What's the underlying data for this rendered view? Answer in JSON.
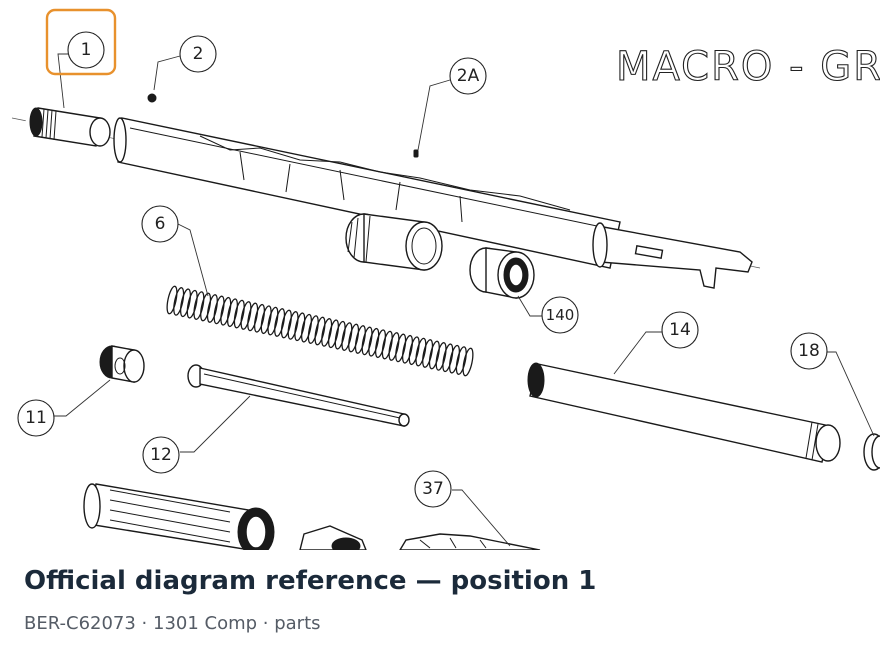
{
  "diagram": {
    "brand_text": "MACRO - GRUPP",
    "highlighted_callout": "1",
    "highlight_color": "#e8912d",
    "callouts": {
      "c1": "1",
      "c2": "2",
      "c2a": "2A",
      "c6": "6",
      "c11": "11",
      "c12": "12",
      "c14": "14",
      "c18": "18",
      "c37": "37",
      "c140": "140"
    }
  },
  "caption": {
    "title": "Official diagram reference — position 1",
    "subtitle": "BER-C62073 · 1301 Comp · parts"
  }
}
